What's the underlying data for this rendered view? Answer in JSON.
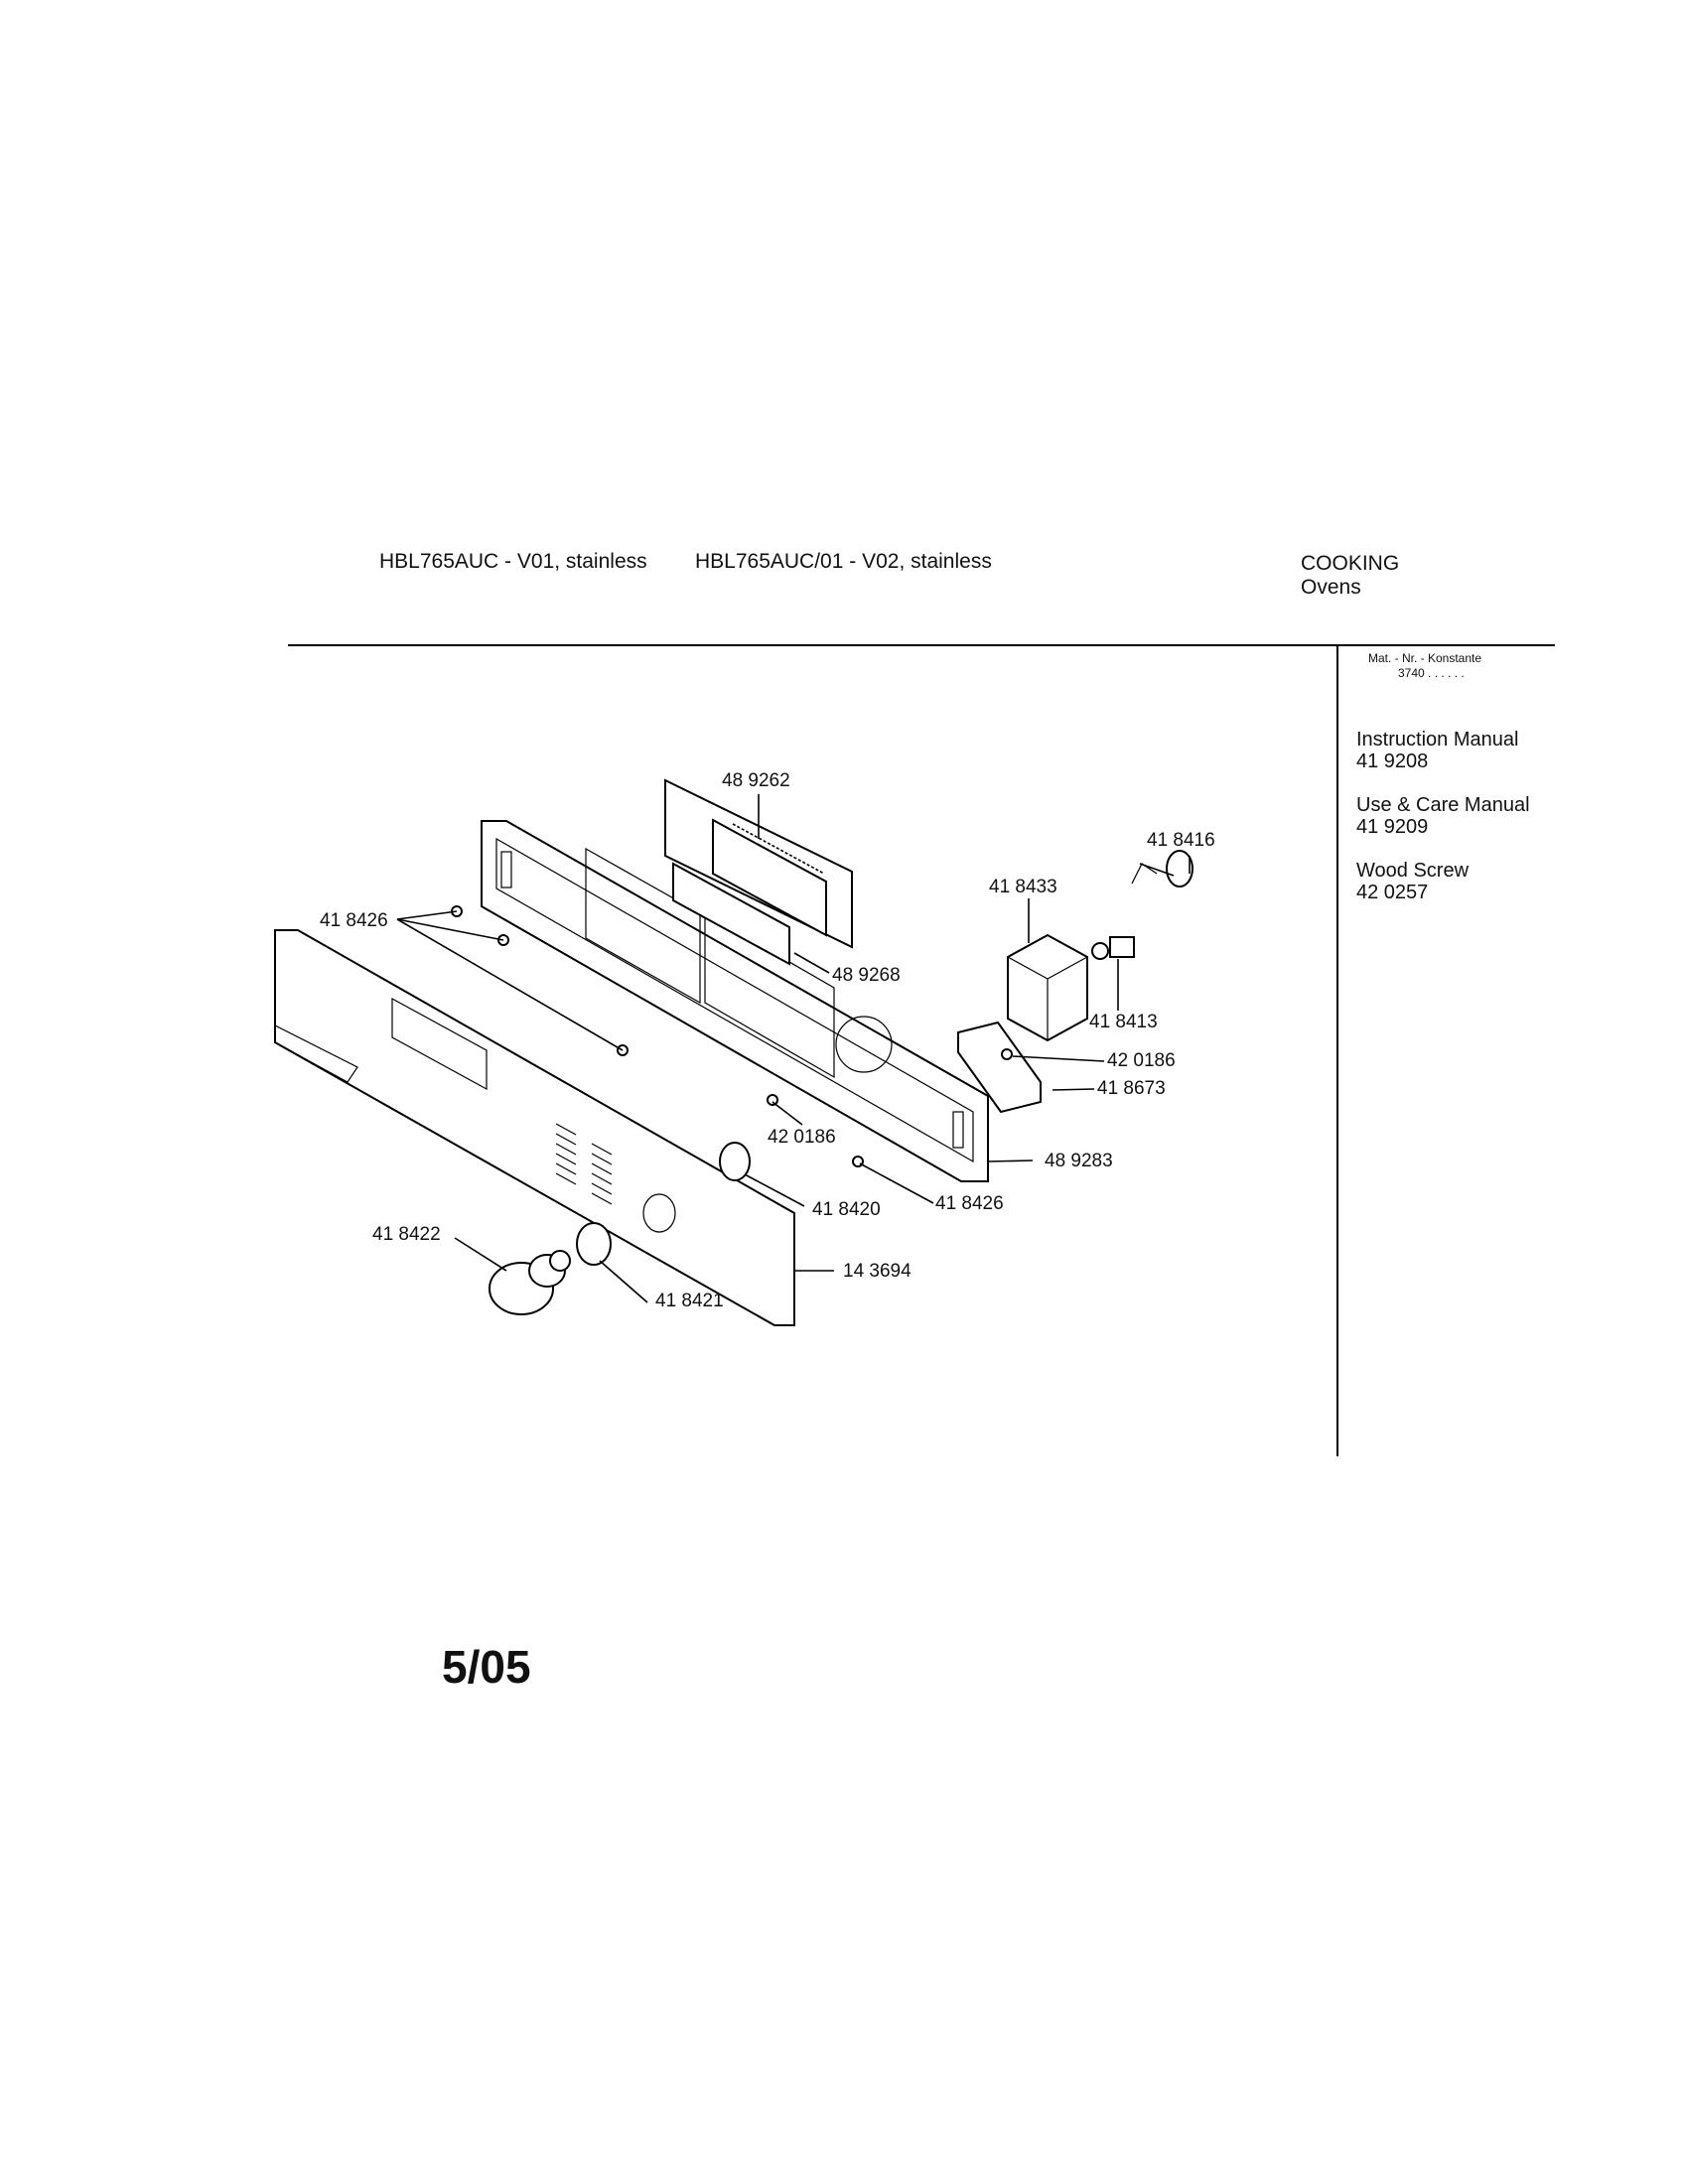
{
  "header": {
    "model_1": "HBL765AUC - V01, stainless",
    "model_2": "HBL765AUC/01 - V02, stainless",
    "category": "COOKING",
    "subcategory": "Ovens"
  },
  "side_panel": {
    "mat_nr_label": "Mat. - Nr. - Konstante",
    "mat_nr_value": "3740 . .   . . . .",
    "items": [
      {
        "title": "Instruction Manual",
        "number": "41 9208"
      },
      {
        "title": "Use & Care Manual",
        "number": "41 9209"
      },
      {
        "title": "Wood Screw",
        "number": "42 0257"
      }
    ]
  },
  "diagram": {
    "callouts": {
      "p489262": "48 9262",
      "p418426a": "41 8426",
      "p418416": "41 8416",
      "p418433": "41 8433",
      "p489268": "48 9268",
      "p418413": "41 8413",
      "p420186a": "42 0186",
      "p418673": "41 8673",
      "p420186b": "42 0186",
      "p489283": "48 9283",
      "p418426b": "41 8426",
      "p418420": "41 8420",
      "p418422": "41 8422",
      "p143694": "14 3694",
      "p418421": "41 8421"
    }
  },
  "footer": {
    "page": "5/05"
  }
}
